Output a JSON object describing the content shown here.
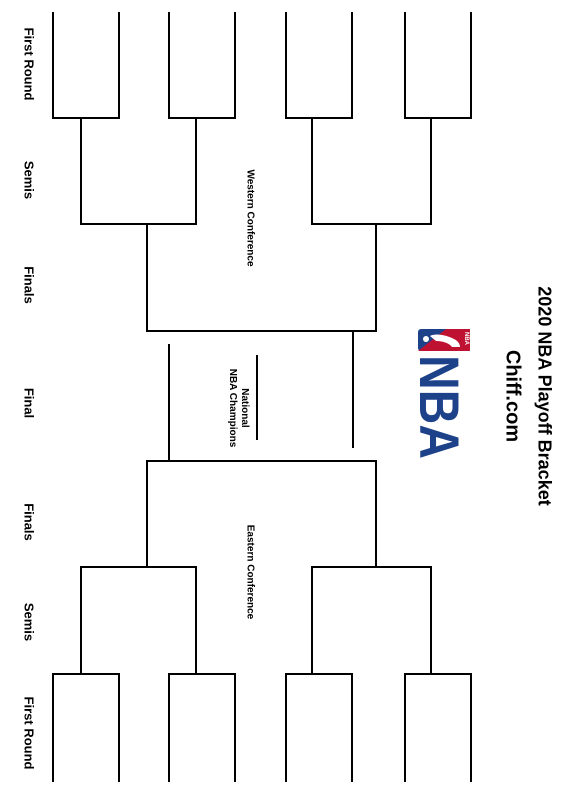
{
  "header": {
    "title": "2020 NBA Playoff Bracket",
    "site": "Chiff.com"
  },
  "logo": {
    "wordmark": "NBA",
    "badge_text": "NBA",
    "colors": {
      "blue": "#1d428a",
      "red": "#c8102e"
    }
  },
  "rounds": {
    "first_round_top": "First Round",
    "semis_top": "Semis",
    "finals_top": "Finals",
    "final": "Final",
    "finals_bottom": "Finals",
    "semis_bottom": "Semis",
    "first_round_bottom": "First Round"
  },
  "conferences": {
    "west": "Western Conference",
    "east": "Eastern Conference"
  },
  "champion": {
    "line1": "National",
    "line2": "NBA Champions"
  }
}
